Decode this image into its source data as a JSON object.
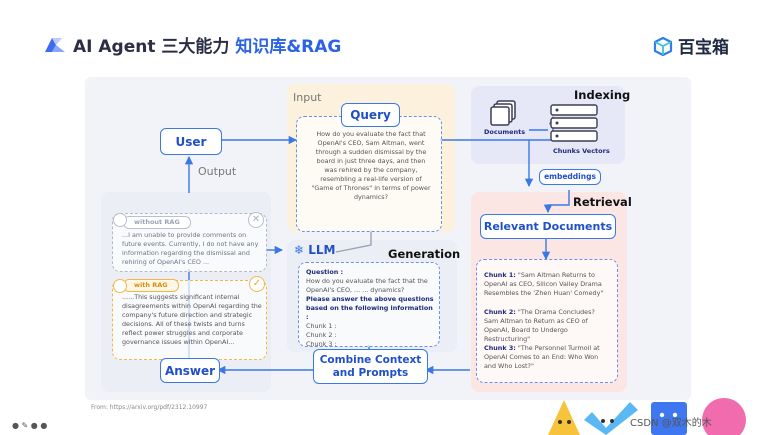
{
  "title": {
    "prefix": "AI Agent 三大能力 ",
    "highlight": "知识库&RAG"
  },
  "brand": "百宝箱",
  "regions": {
    "input": "Input",
    "indexing": "Indexing",
    "retrieval": "Retrieval",
    "generation": "Generation",
    "output": "Output"
  },
  "nodes": {
    "user": "User",
    "query": "Query",
    "llm": "LLM",
    "relevant_documents": "Relevant Documents",
    "combine": "Combine Context and Prompts",
    "answer": "Answer",
    "documents": "Documents",
    "chunks_vectors": "Chunks Vectors",
    "embeddings": "embeddings"
  },
  "query_text": "How do you evaluate the fact that OpenAI's CEO, Sam Altman, went through a sudden dismissal by the board in just three days, and then was rehired by the company, resembling a real-life version of \"Game of Thrones\" in terms of power dynamics?",
  "prompt": {
    "question_label": "Question :",
    "question_text": "How do you evaluate the fact that the OpenAI's CEO, ... ... dynamics?",
    "instruction": "Please answer the above questions based on the following information :",
    "chunks": [
      "Chunk 1 :",
      "Chunk 2 :",
      "Chunk 3 :"
    ]
  },
  "without_rag": {
    "tag": "without RAG",
    "text": "...I am unable to provide comments on future events. Currently, I do not have any information regarding the dismissal and rehiring of OpenAI's CEO ..."
  },
  "with_rag": {
    "tag": "with RAG",
    "text": "......This suggests significant internal disagreements within OpenAI regarding the company's future direction and strategic decisions. All of these twists and turns reflect power struggles and corporate governance issues within OpenAI..."
  },
  "retrieved_chunks": [
    {
      "label": "Chunk 1:",
      "text": "\"Sam Altman Returns to OpenAI as CEO, Silicon Valley Drama Resembles the 'Zhen Huan' Comedy\""
    },
    {
      "label": "Chunk 2:",
      "text": "\"The Drama Concludes? Sam Altman to Return as CEO of OpenAI, Board to Undergo Restructuring\""
    },
    {
      "label": "Chunk 3:",
      "text": "\"The Personnel Turmoil at OpenAI Comes to an End: Who Won and Who Lost?\""
    }
  ],
  "source": "From:  https://arxiv.org/pdf/2312.10997",
  "watermark": "CSDN @双木的木",
  "colors": {
    "accent": "#3a78e6",
    "input_bg": "#fbf1dc",
    "retrieval_bg": "#fbe6e3",
    "indexing_bg": "#e6e8f7",
    "with_rag": "#f3b64a",
    "without_rag": "#b9bfcc"
  }
}
